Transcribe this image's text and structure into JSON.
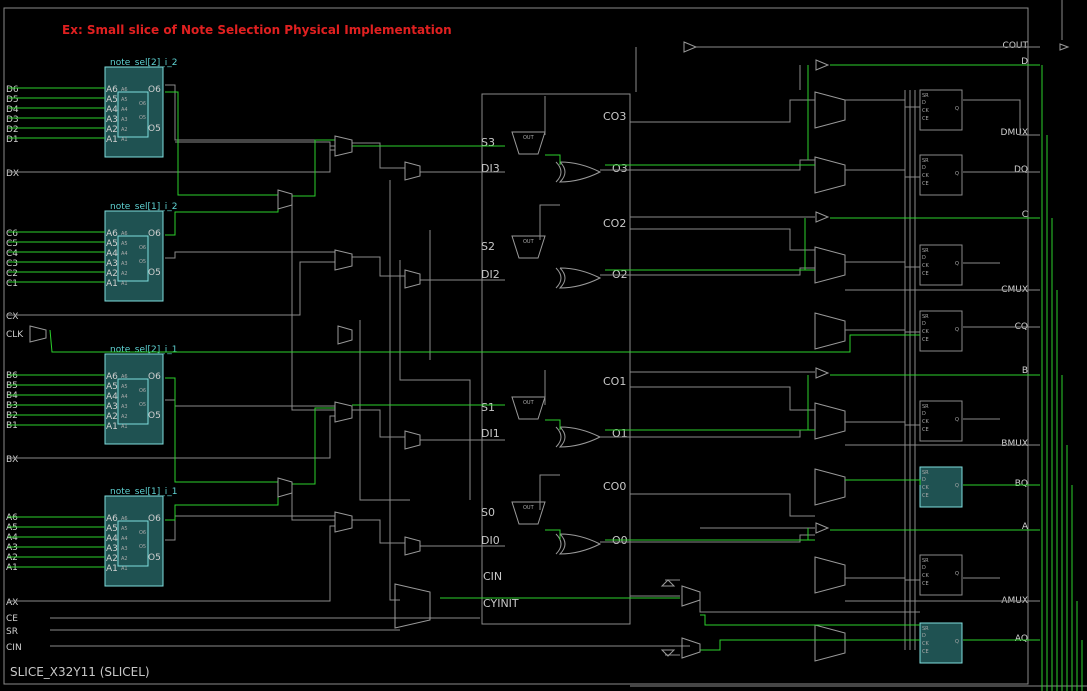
{
  "title": "Ex: Small slice of Note Selection Physical Implementation",
  "slice_name": "SLICE_X32Y11 (SLICEL)",
  "luts": [
    {
      "name": "note_sel[2]_i_2",
      "inputs": [
        "A6",
        "A5",
        "A4",
        "A3",
        "A2",
        "A1"
      ],
      "outputs": [
        "O6",
        "O5"
      ]
    },
    {
      "name": "note_sel[1]_i_2",
      "inputs": [
        "A6",
        "A5",
        "A4",
        "A3",
        "A2",
        "A1"
      ],
      "outputs": [
        "O6",
        "O5"
      ]
    },
    {
      "name": "note_sel[2]_i_1",
      "inputs": [
        "A6",
        "A5",
        "A4",
        "A3",
        "A2",
        "A1"
      ],
      "outputs": [
        "O6",
        "O5"
      ]
    },
    {
      "name": "note_sel[1]_i_1",
      "inputs": [
        "A6",
        "A5",
        "A4",
        "A3",
        "A2",
        "A1"
      ],
      "outputs": [
        "O6",
        "O5"
      ]
    }
  ],
  "left_ports": {
    "group_d": [
      "D6",
      "D5",
      "D4",
      "D3",
      "D2",
      "D1"
    ],
    "dx": "DX",
    "group_c": [
      "C6",
      "C5",
      "C4",
      "C3",
      "C2",
      "C1"
    ],
    "cx": "CX",
    "clk": "CLK",
    "group_b": [
      "B6",
      "B5",
      "B4",
      "B3",
      "B2",
      "B1"
    ],
    "bx": "BX",
    "group_a": [
      "A6",
      "A5",
      "A4",
      "A3",
      "A2",
      "A1"
    ],
    "ax": "AX",
    "ce": "CE",
    "sr": "SR",
    "cin": "CIN"
  },
  "carry": {
    "co": [
      "CO3",
      "CO2",
      "CO1",
      "CO0"
    ],
    "s": [
      "S3",
      "S2",
      "S1",
      "S0"
    ],
    "di": [
      "DI3",
      "DI2",
      "DI1",
      "DI0"
    ],
    "o": [
      "O3",
      "O2",
      "O1",
      "O0"
    ],
    "cin": "CIN",
    "cyinit": "CYINIT"
  },
  "right_ports": [
    "COUT",
    "D",
    "DMUX",
    "DQ",
    "C",
    "CMUX",
    "CQ",
    "B",
    "BMUX",
    "BQ",
    "A",
    "AMUX",
    "AQ"
  ],
  "ff_pins": [
    "SR",
    "D",
    "CK",
    "CE",
    "Q"
  ],
  "colors": {
    "background": "#000000",
    "wire": "#8a8a8a",
    "active_net": "#2bd12b",
    "lut_fill": "#1f5252",
    "title": "#e02020"
  }
}
